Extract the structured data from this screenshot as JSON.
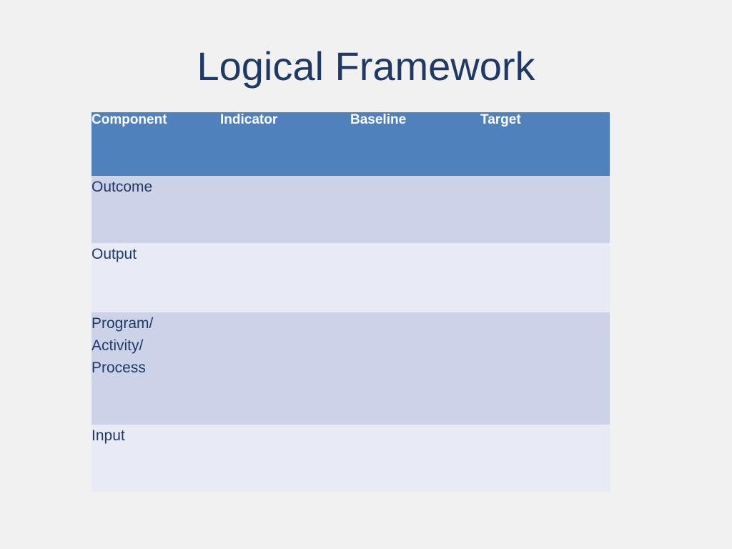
{
  "slide": {
    "title": "Logical Framework",
    "background_color": "#f1f1f1",
    "title_color": "#1f3864"
  },
  "table": {
    "header_background": "#4f81bd",
    "header_text_color": "#ffffff",
    "band_dark_color": "#ccd3e8",
    "band_light_color": "#e8ebf5",
    "body_text_color": "#1f3864",
    "columns": [
      {
        "label": "Component"
      },
      {
        "label": "Indicator"
      },
      {
        "label": "Baseline"
      },
      {
        "label": "Target"
      }
    ],
    "rows": [
      {
        "component": " Outcome",
        "indicator": "",
        "baseline": "",
        "target": ""
      },
      {
        "component": "Output",
        "indicator": "",
        "baseline": "",
        "target": ""
      },
      {
        "component": "Program/\nActivity/\nProcess",
        "indicator": "",
        "baseline": "",
        "target": ""
      },
      {
        "component": "Input",
        "indicator": "",
        "baseline": "",
        "target": ""
      }
    ]
  }
}
